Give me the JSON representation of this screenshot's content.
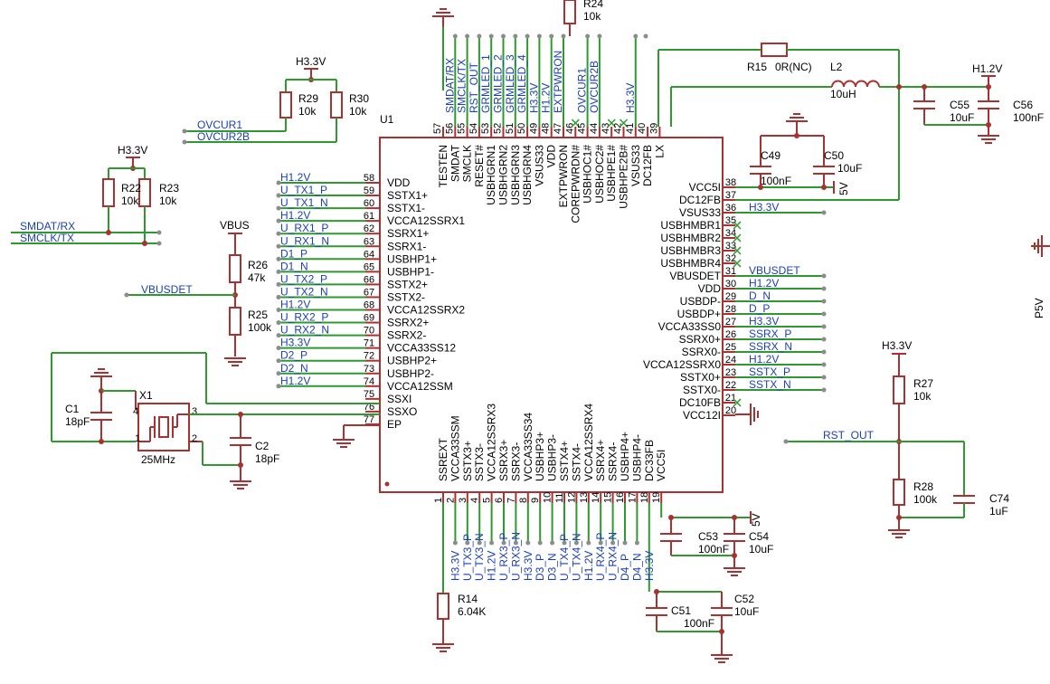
{
  "chip": {
    "ref": "U1",
    "left_pins": [
      {
        "num": "58",
        "name": "VDD",
        "net": "H1.2V"
      },
      {
        "num": "59",
        "name": "SSTX1+",
        "net": "U_TX1_P"
      },
      {
        "num": "60",
        "name": "SSTX1-",
        "net": "U_TX1_N"
      },
      {
        "num": "61",
        "name": "VCCA12SSRX1",
        "net": "H1.2V"
      },
      {
        "num": "62",
        "name": "SSRX1+",
        "net": "U_RX1_P"
      },
      {
        "num": "63",
        "name": "SSRX1-",
        "net": "U_RX1_N"
      },
      {
        "num": "64",
        "name": "USBHP1+",
        "net": "D1_P"
      },
      {
        "num": "65",
        "name": "USBHP1-",
        "net": "D1_N"
      },
      {
        "num": "66",
        "name": "SSTX2+",
        "net": "U_TX2_P"
      },
      {
        "num": "67",
        "name": "SSTX2-",
        "net": "U_TX2_N"
      },
      {
        "num": "68",
        "name": "VCCA12SSRX2",
        "net": "H1.2V"
      },
      {
        "num": "69",
        "name": "SSRX2+",
        "net": "U_RX2_P"
      },
      {
        "num": "70",
        "name": "SSRX2-",
        "net": "U_RX2_N"
      },
      {
        "num": "71",
        "name": "VCCA33SS12",
        "net": "H3.3V"
      },
      {
        "num": "72",
        "name": "USBHP2+",
        "net": "D2_P"
      },
      {
        "num": "73",
        "name": "USBHP2-",
        "net": "D2_N"
      },
      {
        "num": "74",
        "name": "VCCA12SSM",
        "net": "H1.2V"
      },
      {
        "num": "75",
        "name": "SSXI",
        "net": ""
      },
      {
        "num": "76",
        "name": "SSXO",
        "net": ""
      },
      {
        "num": "77",
        "name": "EP",
        "net": ""
      }
    ],
    "right_pins": [
      {
        "num": "38",
        "name": "VCC5I",
        "net": ""
      },
      {
        "num": "37",
        "name": "DC12FB",
        "net": ""
      },
      {
        "num": "36",
        "name": "VSUS33",
        "net": "H3.3V"
      },
      {
        "num": "35",
        "name": "USBHMBR1",
        "net": ""
      },
      {
        "num": "34",
        "name": "USBHMBR2",
        "net": ""
      },
      {
        "num": "33",
        "name": "USBHMBR3",
        "net": ""
      },
      {
        "num": "32",
        "name": "USBHMBR4",
        "net": ""
      },
      {
        "num": "31",
        "name": "VBUSDET",
        "net": "VBUSDET"
      },
      {
        "num": "30",
        "name": "VDD",
        "net": "H1.2V"
      },
      {
        "num": "29",
        "name": "USBDP-",
        "net": "D_N"
      },
      {
        "num": "28",
        "name": "USBDP+",
        "net": "D_P"
      },
      {
        "num": "27",
        "name": "VCCA33SS0",
        "net": "H3.3V"
      },
      {
        "num": "26",
        "name": "SSRX0+",
        "net": "SSRX_P"
      },
      {
        "num": "25",
        "name": "SSRX0-",
        "net": "SSRX_N"
      },
      {
        "num": "24",
        "name": "VCCA12SSRX0",
        "net": "H1.2V"
      },
      {
        "num": "23",
        "name": "SSTX0+",
        "net": "SSTX_P"
      },
      {
        "num": "22",
        "name": "SSTX0-",
        "net": "SSTX_N"
      },
      {
        "num": "21",
        "name": "DC10FB",
        "net": ""
      },
      {
        "num": "20",
        "name": "VCC12I",
        "net": ""
      }
    ],
    "top_pins": [
      {
        "num": "57",
        "name": "TESTEN",
        "net": ""
      },
      {
        "num": "56",
        "name": "SMDAT",
        "net": "SMDAT/RX"
      },
      {
        "num": "55",
        "name": "SMCLK",
        "net": "SMCLK/TX"
      },
      {
        "num": "54",
        "name": "RESET#",
        "net": "RST_OUT"
      },
      {
        "num": "53",
        "name": "USBHGRN1",
        "net": "GRMLED_1"
      },
      {
        "num": "52",
        "name": "USBHGRN2",
        "net": "GRMLED_2"
      },
      {
        "num": "51",
        "name": "USBHGRN3",
        "net": "GRMLED_3"
      },
      {
        "num": "50",
        "name": "USBHGRN4",
        "net": "GRMLED_4"
      },
      {
        "num": "49",
        "name": "VSUS33",
        "net": "H3.3V"
      },
      {
        "num": "48",
        "name": "VDD",
        "net": "H1.2V"
      },
      {
        "num": "47",
        "name": "EXTPWRON",
        "net": "EXTPWRON"
      },
      {
        "num": "46",
        "name": "COREPWRDN#",
        "net": ""
      },
      {
        "num": "45",
        "name": "USBHOC1#",
        "net": "OVCUR1"
      },
      {
        "num": "44",
        "name": "USBHOC2#",
        "net": "OVCUR2B"
      },
      {
        "num": "43",
        "name": "USBHPE1#",
        "net": ""
      },
      {
        "num": "42",
        "name": "USBHPE2B#",
        "net": ""
      },
      {
        "num": "41",
        "name": "VSUS33",
        "net": "H3.3V"
      },
      {
        "num": "40",
        "name": "DC12FB",
        "net": ""
      },
      {
        "num": "39",
        "name": "LX",
        "net": ""
      }
    ],
    "bottom_pins": [
      {
        "num": "1",
        "name": "SSREXT",
        "net": ""
      },
      {
        "num": "2",
        "name": "VCCA33SSM",
        "net": "H3.3V"
      },
      {
        "num": "3",
        "name": "SSTX3+",
        "net": "U_TX3_P"
      },
      {
        "num": "4",
        "name": "SSTX3-",
        "net": "U_TX3_N"
      },
      {
        "num": "5",
        "name": "VCCA12SSRX3",
        "net": "H1.2V"
      },
      {
        "num": "6",
        "name": "SSRX3+",
        "net": "U_RX3_P"
      },
      {
        "num": "7",
        "name": "SSRX3-",
        "net": "U_RX3_N"
      },
      {
        "num": "8",
        "name": "VCCA33SS34",
        "net": "H3.3V"
      },
      {
        "num": "9",
        "name": "USBHP3+",
        "net": "D3_P"
      },
      {
        "num": "10",
        "name": "USBHP3-",
        "net": "D3_N"
      },
      {
        "num": "11",
        "name": "SSTX4+",
        "net": "U_TX4_P"
      },
      {
        "num": "12",
        "name": "SSTX4-",
        "net": "U_TX4_N"
      },
      {
        "num": "13",
        "name": "VCCA12SSRX4",
        "net": "H1.2V"
      },
      {
        "num": "14",
        "name": "SSRX4+",
        "net": "U_RX4_P"
      },
      {
        "num": "15",
        "name": "SSRX4-",
        "net": "U_RX4_N"
      },
      {
        "num": "16",
        "name": "USBHP4+",
        "net": "D4_P"
      },
      {
        "num": "17",
        "name": "USBHP4-",
        "net": "D4_N"
      },
      {
        "num": "18",
        "name": "DC33FB",
        "net": "H3.3V"
      },
      {
        "num": "19",
        "name": "VCC5I",
        "net": ""
      }
    ]
  },
  "components": {
    "R24": {
      "ref": "R24",
      "value": "10k"
    },
    "R29": {
      "ref": "R29",
      "value": "10k"
    },
    "R30": {
      "ref": "R30",
      "value": "10k"
    },
    "R22": {
      "ref": "R22",
      "value": "10k"
    },
    "R23": {
      "ref": "R23",
      "value": "10k"
    },
    "R26": {
      "ref": "R26",
      "value": "47k"
    },
    "R25": {
      "ref": "R25",
      "value": "100k"
    },
    "R15": {
      "ref": "R15",
      "value": "0R(NC)"
    },
    "L2": {
      "ref": "L2",
      "value": "10uH"
    },
    "C55": {
      "ref": "C55",
      "value": "10uF"
    },
    "C56": {
      "ref": "C56",
      "value": "100nF"
    },
    "C49": {
      "ref": "C49",
      "value": "100nF"
    },
    "C50": {
      "ref": "C50",
      "value": "10uF"
    },
    "C1": {
      "ref": "C1",
      "value": "18pF"
    },
    "C2": {
      "ref": "C2",
      "value": "18pF"
    },
    "X1": {
      "ref": "X1",
      "value": "25MHz",
      "pin1": "1",
      "pin2": "2",
      "pin3": "3",
      "pin4": "4"
    },
    "R27": {
      "ref": "R27",
      "value": "10k"
    },
    "R28": {
      "ref": "R28",
      "value": "100k"
    },
    "C74": {
      "ref": "C74",
      "value": "1uF"
    },
    "C53": {
      "ref": "C53",
      "value": "100nF"
    },
    "C54": {
      "ref": "C54",
      "value": "10uF"
    },
    "C51": {
      "ref": "C51",
      "value": "100nF"
    },
    "C52": {
      "ref": "C52",
      "value": "10uF"
    },
    "R14": {
      "ref": "R14",
      "value": "6.04K"
    }
  },
  "nets": {
    "h33_r29": "H3.3V",
    "h33_r22": "H3.3V",
    "h33_r27": "H3.3V",
    "vbus": "VBUS",
    "h12_top": "H1.2V",
    "ovcur1": "OVCUR1",
    "ovcur2b": "OVCUR2B",
    "smdat": "SMDAT/RX",
    "smclk": "SMCLK/TX",
    "vbusdet": "VBUSDET",
    "rst_out": "RST_OUT",
    "v5_a": "5V",
    "v5_b": "5V",
    "p5v": "P5V"
  },
  "colors": {
    "wire": "#2e9a2e",
    "part": "#a83232",
    "net_label": "#1b3fb5",
    "text": "#000000",
    "background": "#ffffff"
  }
}
